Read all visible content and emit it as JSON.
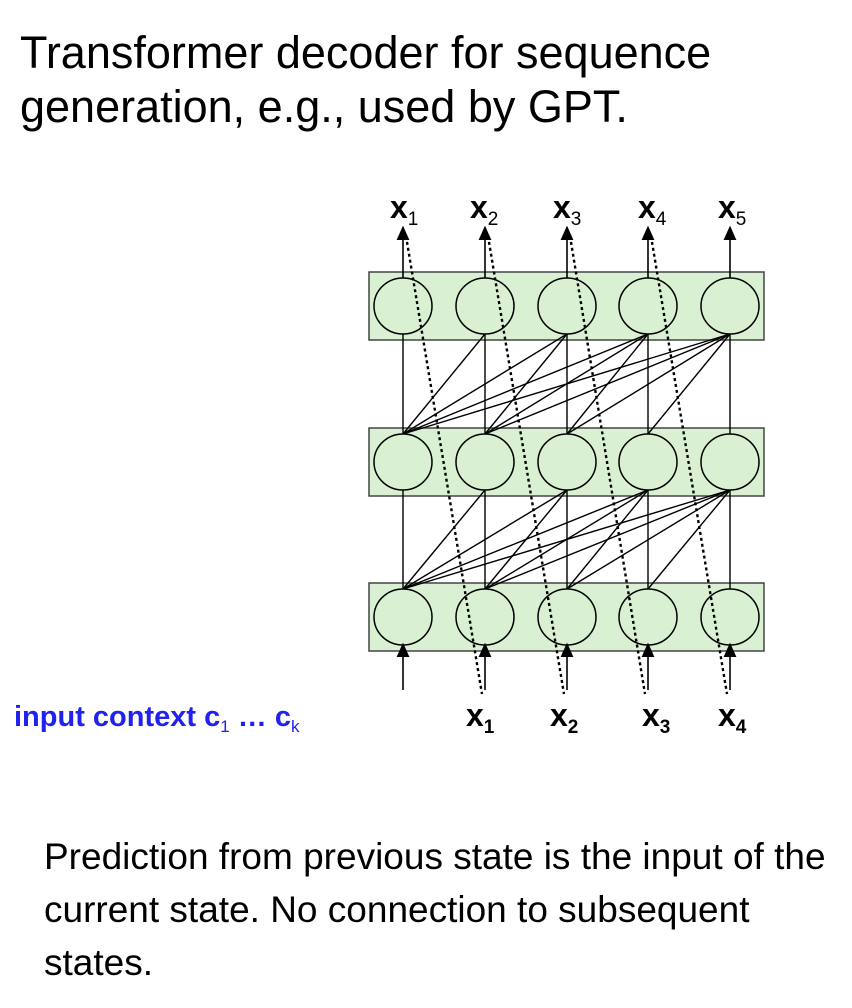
{
  "title": "Transformer decoder for sequence generation, e.g., used by GPT.",
  "caption": "Prediction from previous state is the input of the current state. No connection to subsequent states.",
  "context_label": {
    "prefix": "input context c",
    "sub1": "1",
    "ellipsis": " … c",
    "subk": "k"
  },
  "outputs": [
    {
      "var": "x",
      "sub": "1"
    },
    {
      "var": "x",
      "sub": "2"
    },
    {
      "var": "x",
      "sub": "3"
    },
    {
      "var": "x",
      "sub": "4"
    },
    {
      "var": "x",
      "sub": "5"
    }
  ],
  "inputs": [
    {
      "var": "x",
      "sub": "1"
    },
    {
      "var": "x",
      "sub": "2"
    },
    {
      "var": "x",
      "sub": "3"
    },
    {
      "var": "x",
      "sub": "4"
    }
  ],
  "colors": {
    "node_fill": "#d9f0d3",
    "layer_border": "#444444",
    "context_text": "#2222ee"
  }
}
